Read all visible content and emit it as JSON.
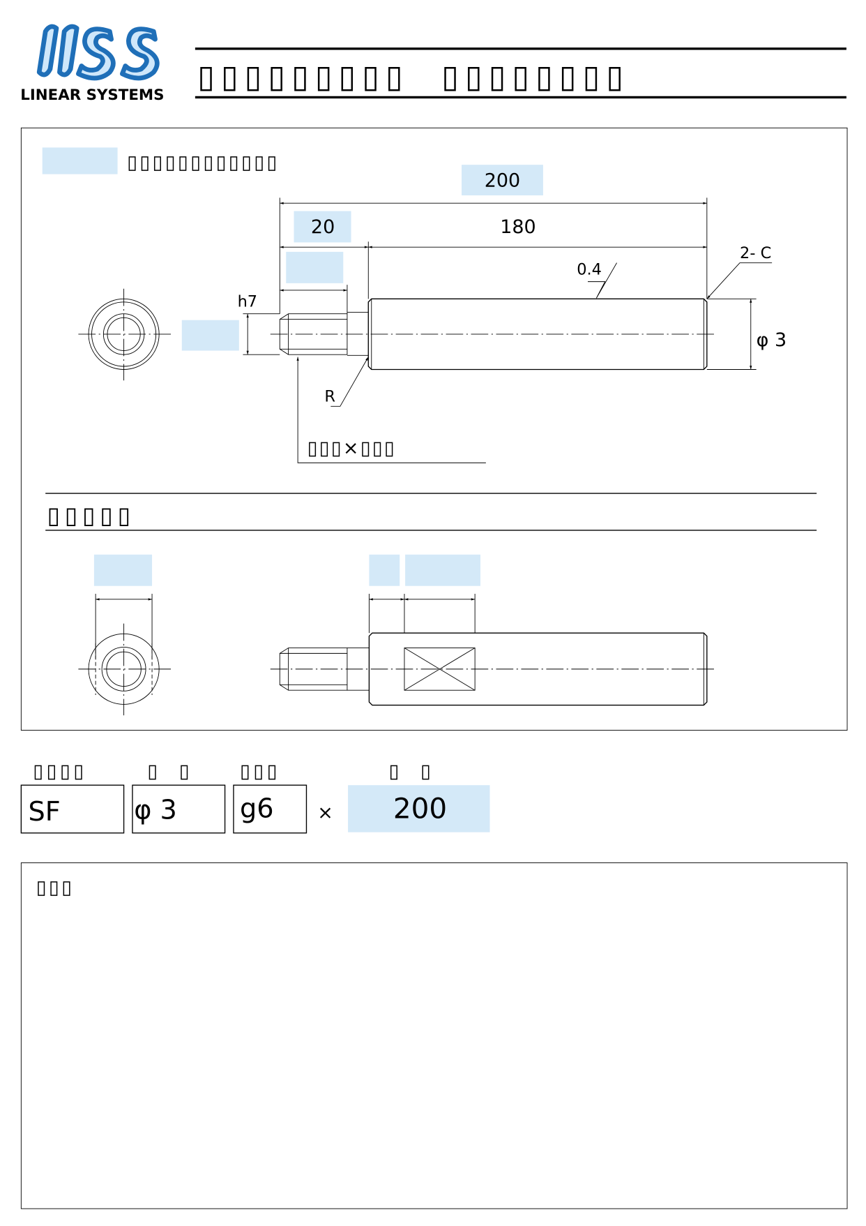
{
  "colors": {
    "highlight": "#d4e9f8",
    "logo_blue": "#1f6fb8",
    "logo_fill": "#cfe7fa"
  },
  "logo": {
    "mark": "MSS",
    "company": "LINEAR SYSTEMS"
  },
  "header": {
    "title": "▯▯▯▯▯▯▯▯▯  ▯▯▯▯▯▯▯▯"
  },
  "drawing": {
    "subtitle": "▯▯▯▯▯▯▯▯▯▯▯▯",
    "dim_total": "200",
    "dim_thread_length": "20",
    "dim_body_length": "180",
    "fit_tolerance": "h7",
    "roughness": "0.4",
    "chamfer": "2- C",
    "diameter": "φ 3",
    "fillet": "R",
    "thread_spec": "▯▯▯×▯▯▯",
    "section_title": "▯▯▯▯▯"
  },
  "order": {
    "labels": {
      "series": "▯▯▯▯",
      "diameter": "▯  ▯",
      "tolerance": "▯▯▯",
      "length": "▯  ▯"
    },
    "series": "SF",
    "diameter": "φ 3",
    "tolerance": "g6",
    "times": "×",
    "length": "200"
  },
  "notes": {
    "label": "▯▯▯"
  }
}
